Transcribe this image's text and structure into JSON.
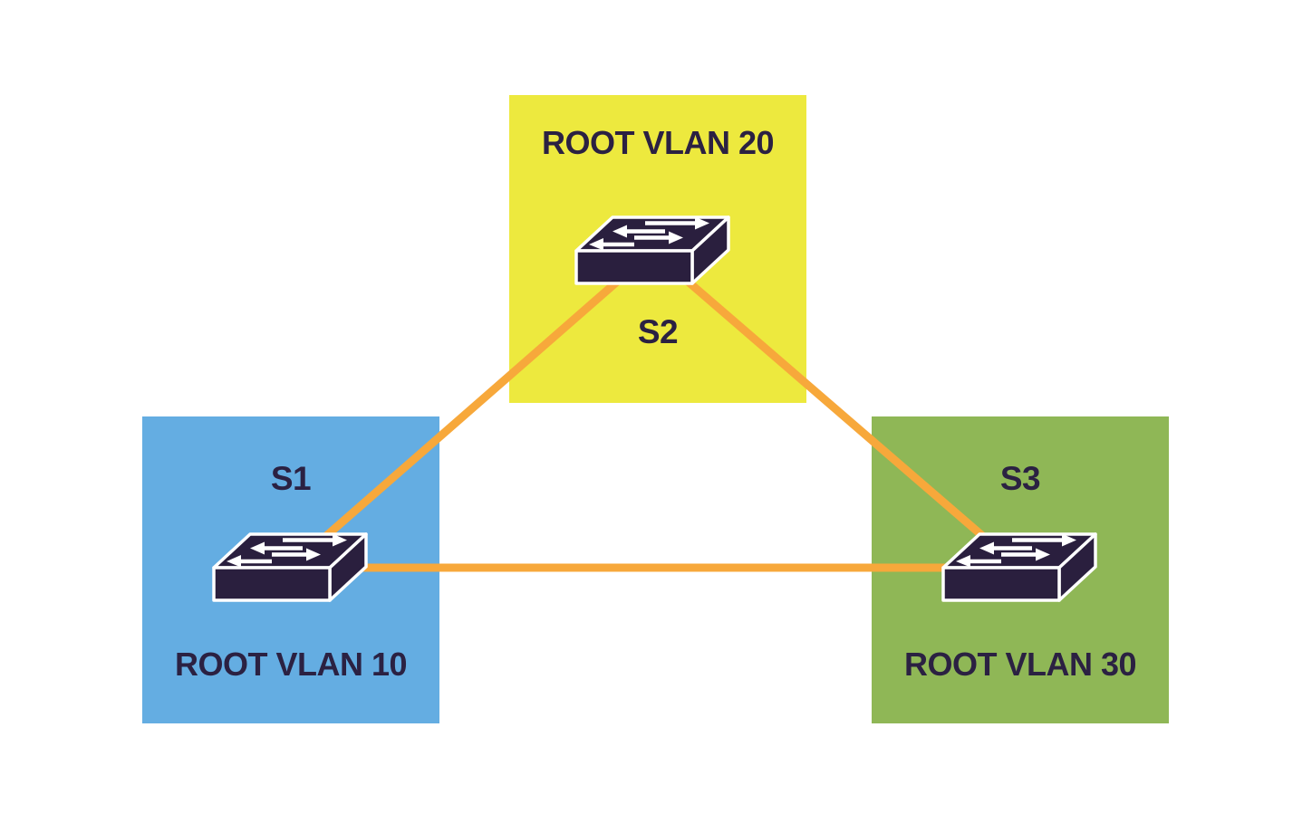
{
  "diagram_type": "network-topology",
  "groups": [
    {
      "switch_name": "S1",
      "vlan_label": "ROOT VLAN 10",
      "box_color": "#64ADE2"
    },
    {
      "switch_name": "S2",
      "vlan_label": "ROOT VLAN 20",
      "box_color": "#EDE93E"
    },
    {
      "switch_name": "S3",
      "vlan_label": "ROOT VLAN 30",
      "box_color": "#8FB756"
    }
  ],
  "links": [
    {
      "from": "S1",
      "to": "S2"
    },
    {
      "from": "S2",
      "to": "S3"
    },
    {
      "from": "S1",
      "to": "S3"
    }
  ],
  "icons": {
    "switch": "network-switch-3d"
  },
  "colors": {
    "background": "#FFFFFF",
    "link": "#F7A83B",
    "switch_body": "#2A1F3E",
    "switch_outline": "#FFFFFF",
    "text": "#2B2142",
    "vlan10_box": "#64ADE2",
    "vlan20_box": "#EDE93E",
    "vlan30_box": "#8FB756"
  }
}
